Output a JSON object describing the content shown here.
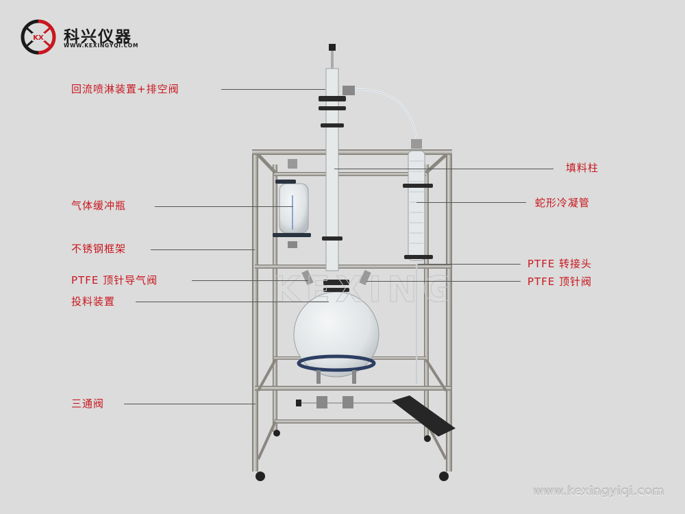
{
  "brand": {
    "logo_mark": "KX",
    "name": "科兴仪器",
    "url": "WWW.KEXINGYQI.COM",
    "colors": {
      "red": "#c8171e",
      "black": "#1a1a1a"
    }
  },
  "labels_left": [
    {
      "id": "reflux-spray",
      "text": "回流喷淋装置+排空阀"
    },
    {
      "id": "gas-buffer-bottle",
      "text": "气体缓冲瓶"
    },
    {
      "id": "stainless-frame",
      "text": "不锈钢框架"
    },
    {
      "id": "ptfe-needle-gas-valve",
      "text": "PTFE 顶针导气阀"
    },
    {
      "id": "feeding-device",
      "text": "投料装置"
    },
    {
      "id": "three-way-valve",
      "text": "三通阀"
    }
  ],
  "labels_right": [
    {
      "id": "packed-column",
      "text": "填料柱"
    },
    {
      "id": "coil-condenser",
      "text": "蛇形冷凝管"
    },
    {
      "id": "ptfe-adapter",
      "text": "PTFE 转接头"
    },
    {
      "id": "ptfe-needle-valve",
      "text": "PTFE 顶针阀"
    }
  ],
  "watermark": {
    "footer_url": "www.kexingyiqi.com",
    "background_text": "KEXING"
  },
  "colors": {
    "background": "#dcdcdc",
    "label_text": "#c8171e",
    "leader_line": "#555555"
  }
}
